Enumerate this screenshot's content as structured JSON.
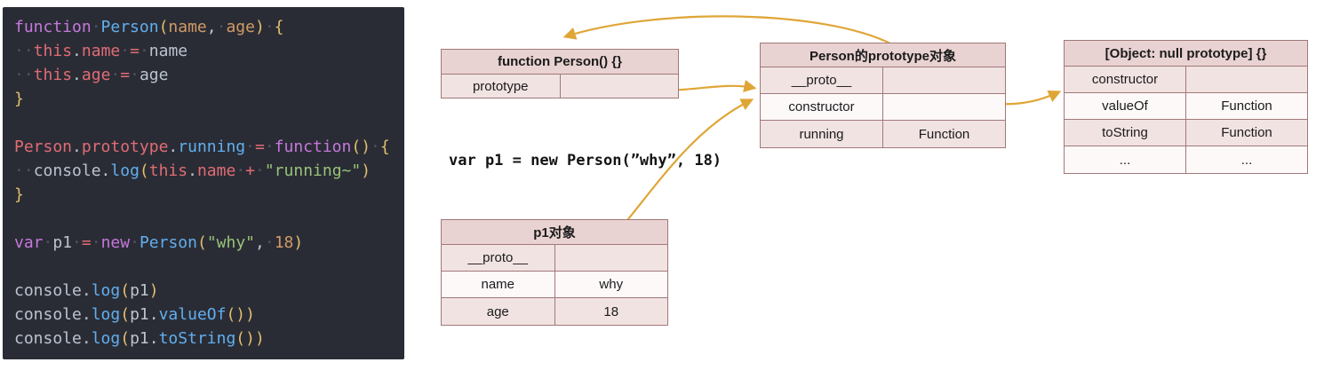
{
  "colors": {
    "editor_bg": "#2a2c35",
    "arrow": "#dfa637",
    "table_border": "#a17878",
    "table_header_bg": "#e9d2d2",
    "row_odd_bg": "#f2e3e3",
    "row_even_bg": "#fdf9f9"
  },
  "code": {
    "palette": {
      "kw": "#c678dd",
      "fn": "#61afef",
      "prop": "#e06c75",
      "param": "#d19a66",
      "num": "#d19a66",
      "str": "#98c379",
      "pl": "#bcc3ce",
      "br": "#e2bf6c",
      "op": "#e06c75",
      "ws": "#4f545f"
    },
    "lines": [
      [
        {
          "t": "function",
          "c": "kw"
        },
        {
          "t": " ",
          "c": "ws"
        },
        {
          "t": "Person",
          "c": "fn"
        },
        {
          "t": "(",
          "c": "br"
        },
        {
          "t": "name",
          "c": "param"
        },
        {
          "t": ",",
          "c": "pl"
        },
        {
          "t": " ",
          "c": "ws"
        },
        {
          "t": "age",
          "c": "param"
        },
        {
          "t": ")",
          "c": "br"
        },
        {
          "t": " ",
          "c": "ws"
        },
        {
          "t": "{",
          "c": "br"
        }
      ],
      [
        {
          "t": "  ",
          "c": "ws"
        },
        {
          "t": "this",
          "c": "prop"
        },
        {
          "t": ".",
          "c": "pl"
        },
        {
          "t": "name",
          "c": "prop"
        },
        {
          "t": " ",
          "c": "ws"
        },
        {
          "t": "=",
          "c": "op"
        },
        {
          "t": " ",
          "c": "ws"
        },
        {
          "t": "name",
          "c": "pl"
        }
      ],
      [
        {
          "t": "  ",
          "c": "ws"
        },
        {
          "t": "this",
          "c": "prop"
        },
        {
          "t": ".",
          "c": "pl"
        },
        {
          "t": "age",
          "c": "prop"
        },
        {
          "t": " ",
          "c": "ws"
        },
        {
          "t": "=",
          "c": "op"
        },
        {
          "t": " ",
          "c": "ws"
        },
        {
          "t": "age",
          "c": "pl"
        }
      ],
      [
        {
          "t": "}",
          "c": "br"
        }
      ],
      [],
      [
        {
          "t": "Person",
          "c": "prop"
        },
        {
          "t": ".",
          "c": "pl"
        },
        {
          "t": "prototype",
          "c": "prop"
        },
        {
          "t": ".",
          "c": "pl"
        },
        {
          "t": "running",
          "c": "fn"
        },
        {
          "t": " ",
          "c": "ws"
        },
        {
          "t": "=",
          "c": "op"
        },
        {
          "t": " ",
          "c": "ws"
        },
        {
          "t": "function",
          "c": "kw"
        },
        {
          "t": "()",
          "c": "br"
        },
        {
          "t": " ",
          "c": "ws"
        },
        {
          "t": "{",
          "c": "br"
        }
      ],
      [
        {
          "t": "  ",
          "c": "ws"
        },
        {
          "t": "console",
          "c": "pl"
        },
        {
          "t": ".",
          "c": "pl"
        },
        {
          "t": "log",
          "c": "fn"
        },
        {
          "t": "(",
          "c": "br"
        },
        {
          "t": "this",
          "c": "prop"
        },
        {
          "t": ".",
          "c": "pl"
        },
        {
          "t": "name",
          "c": "prop"
        },
        {
          "t": " ",
          "c": "ws"
        },
        {
          "t": "+",
          "c": "op"
        },
        {
          "t": " ",
          "c": "ws"
        },
        {
          "t": "\"running~\"",
          "c": "str"
        },
        {
          "t": ")",
          "c": "br"
        }
      ],
      [
        {
          "t": "}",
          "c": "br"
        }
      ],
      [],
      [
        {
          "t": "var",
          "c": "kw"
        },
        {
          "t": " ",
          "c": "ws"
        },
        {
          "t": "p1",
          "c": "pl"
        },
        {
          "t": " ",
          "c": "ws"
        },
        {
          "t": "=",
          "c": "op"
        },
        {
          "t": " ",
          "c": "ws"
        },
        {
          "t": "new",
          "c": "kw"
        },
        {
          "t": " ",
          "c": "ws"
        },
        {
          "t": "Person",
          "c": "fn"
        },
        {
          "t": "(",
          "c": "br"
        },
        {
          "t": "\"why\"",
          "c": "str"
        },
        {
          "t": ",",
          "c": "pl"
        },
        {
          "t": " ",
          "c": "ws"
        },
        {
          "t": "18",
          "c": "num"
        },
        {
          "t": ")",
          "c": "br"
        }
      ],
      [],
      [
        {
          "t": "console",
          "c": "pl"
        },
        {
          "t": ".",
          "c": "pl"
        },
        {
          "t": "log",
          "c": "fn"
        },
        {
          "t": "(",
          "c": "br"
        },
        {
          "t": "p1",
          "c": "pl"
        },
        {
          "t": ")",
          "c": "br"
        }
      ],
      [
        {
          "t": "console",
          "c": "pl"
        },
        {
          "t": ".",
          "c": "pl"
        },
        {
          "t": "log",
          "c": "fn"
        },
        {
          "t": "(",
          "c": "br"
        },
        {
          "t": "p1",
          "c": "pl"
        },
        {
          "t": ".",
          "c": "pl"
        },
        {
          "t": "valueOf",
          "c": "fn"
        },
        {
          "t": "()",
          "c": "br"
        },
        {
          "t": ")",
          "c": "br"
        }
      ],
      [
        {
          "t": "console",
          "c": "pl"
        },
        {
          "t": ".",
          "c": "pl"
        },
        {
          "t": "log",
          "c": "fn"
        },
        {
          "t": "(",
          "c": "br"
        },
        {
          "t": "p1",
          "c": "pl"
        },
        {
          "t": ".",
          "c": "pl"
        },
        {
          "t": "toString",
          "c": "fn"
        },
        {
          "t": "()",
          "c": "br"
        },
        {
          "t": ")",
          "c": "br"
        }
      ]
    ]
  },
  "annotation": "var p1 = new Person(”why”, 18)",
  "tables": {
    "person_fn": {
      "title": "function Person() {}",
      "rows": [
        [
          "prototype",
          ""
        ]
      ]
    },
    "prototype_obj": {
      "title": "Person的prototype对象",
      "rows": [
        [
          "__proto__",
          ""
        ],
        [
          "constructor",
          ""
        ],
        [
          "running",
          "Function"
        ]
      ]
    },
    "null_proto": {
      "title": "[Object: null prototype] {}",
      "rows": [
        [
          "constructor",
          ""
        ],
        [
          "valueOf",
          "Function"
        ],
        [
          "toString",
          "Function"
        ],
        [
          "...",
          "..."
        ]
      ]
    },
    "p1_obj": {
      "title": "p1对象",
      "rows": [
        [
          "__proto__",
          ""
        ],
        [
          "name",
          "why"
        ],
        [
          "age",
          "18"
        ]
      ]
    }
  }
}
